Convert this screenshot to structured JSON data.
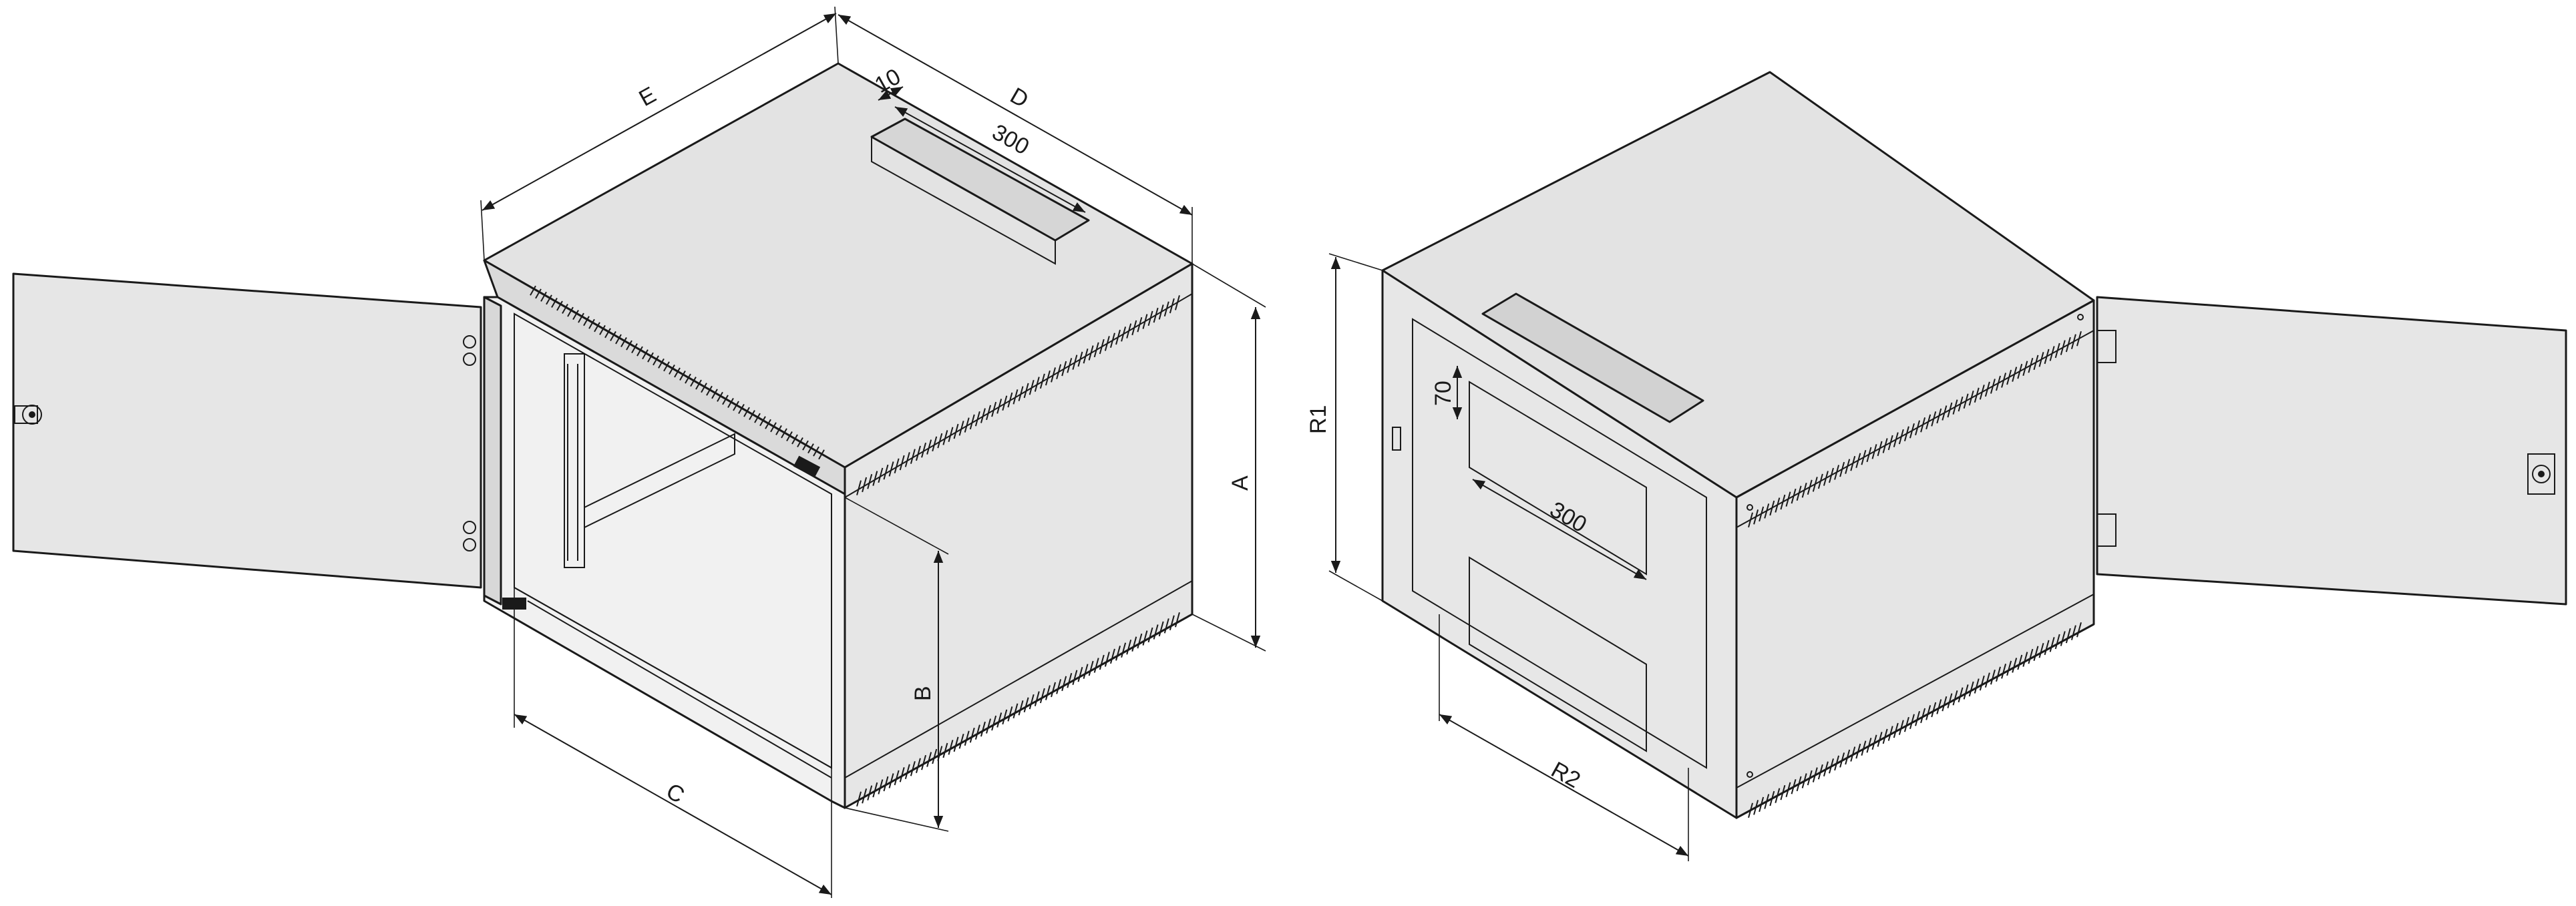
{
  "colors": {
    "panel": "#e3e3e3",
    "panel_light": "#ededed",
    "panel_dark": "#d2d2d2",
    "stroke": "#1a1a1a",
    "background": "#ffffff"
  },
  "left_view": {
    "dimension_labels": {
      "A": "A",
      "B": "B",
      "C": "C",
      "D": "D",
      "E": "E",
      "depth_offset": "10",
      "cutout_length": "300"
    }
  },
  "right_view": {
    "dimension_labels": {
      "R1": "R1",
      "R2": "R2",
      "cutout_length": "300",
      "cutout_offset": "70"
    }
  }
}
